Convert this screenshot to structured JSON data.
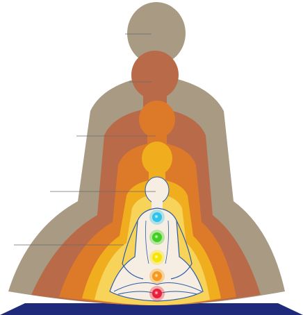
{
  "diagram": {
    "colors": {
      "background": "#ffffff",
      "mat": "#1f2a7a",
      "layer_outer": "#a89a83",
      "layer_second": "#b96a48",
      "layer_third": "#dd7a2a",
      "layer_fourth": "#f0ad1e",
      "layer_fifth": "#f7d35a",
      "body_inner": "#f6eee2",
      "body_outline": "#2c5aa8",
      "leader_line": "#6a6a6a"
    },
    "chakra_points": [
      {
        "name": "throat",
        "color": "#2ec3ea"
      },
      {
        "name": "heart",
        "color": "#3fcf20"
      },
      {
        "name": "solar-plexus",
        "color": "#f6e500"
      },
      {
        "name": "sacral",
        "color": "#f59a1a"
      },
      {
        "name": "root",
        "color": "#e8203c"
      }
    ]
  }
}
